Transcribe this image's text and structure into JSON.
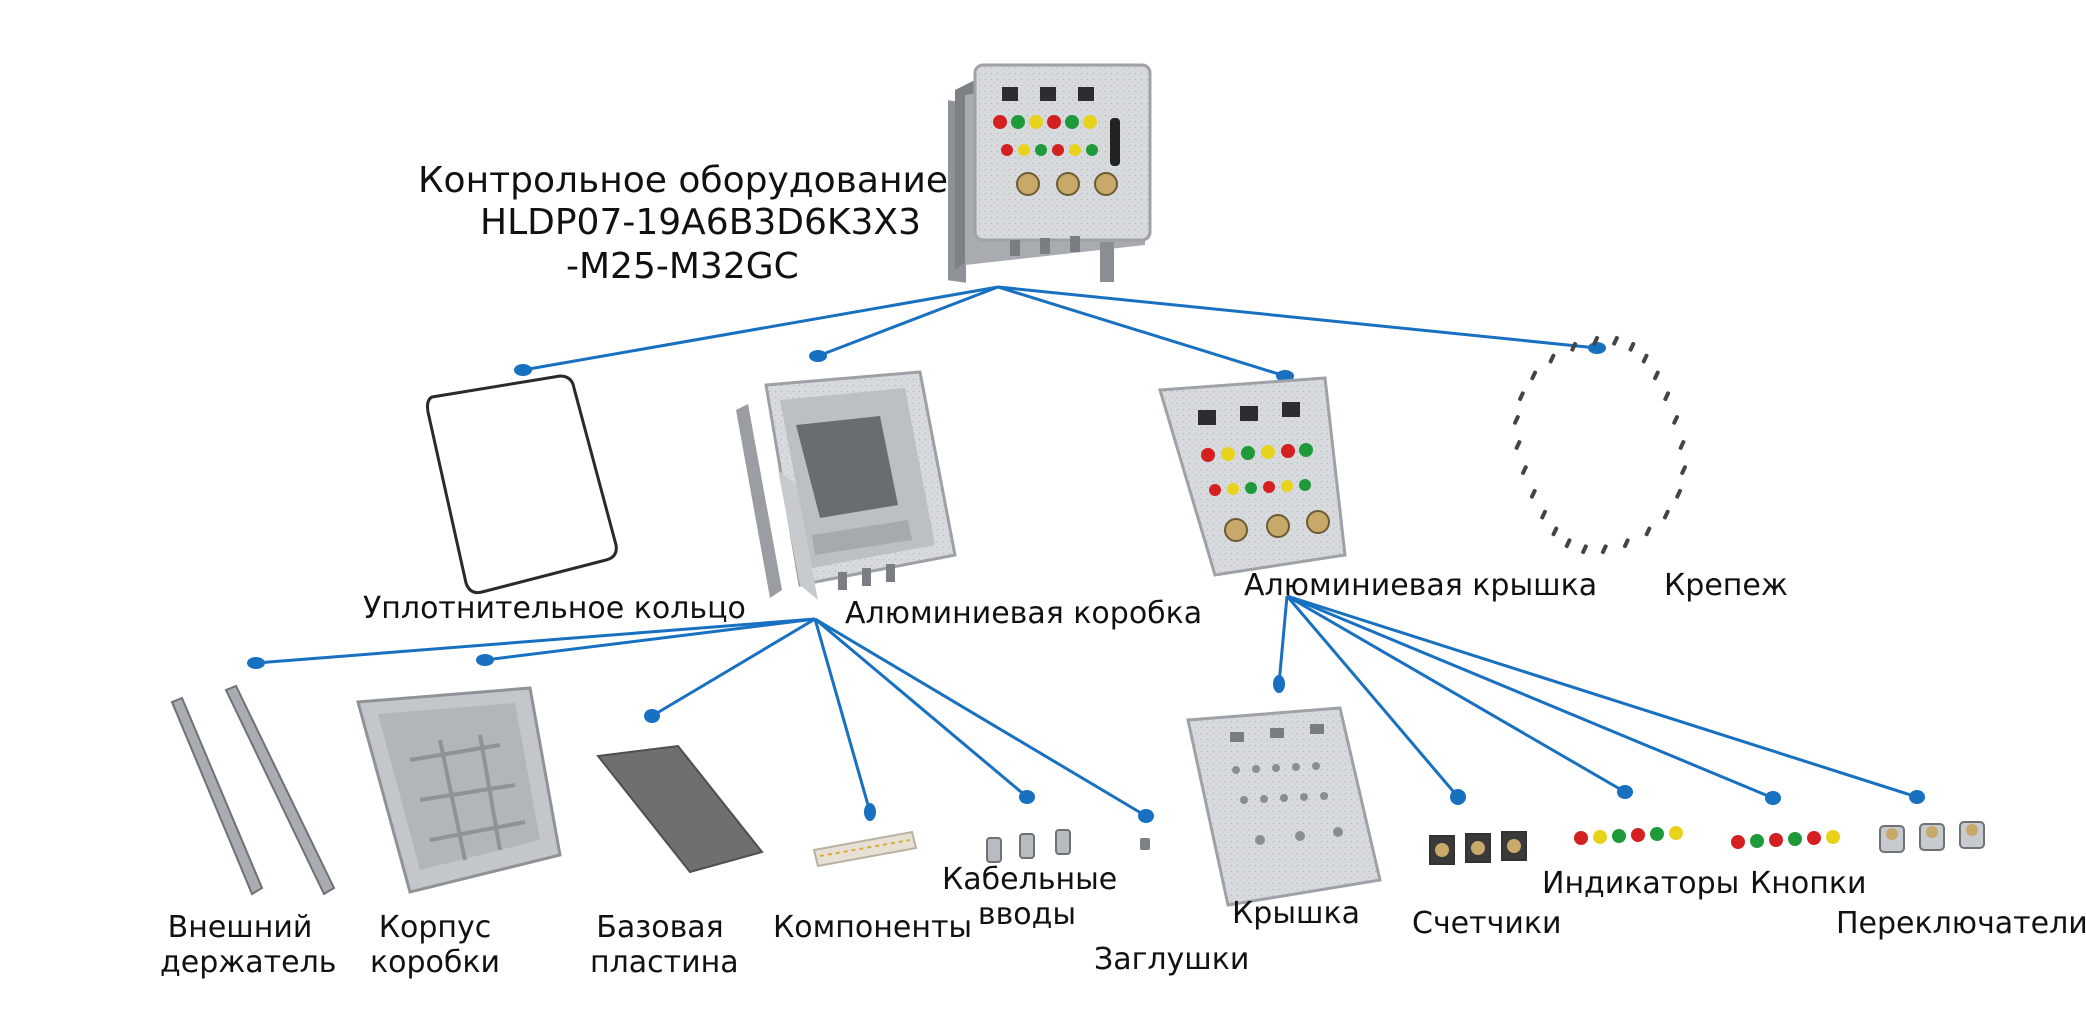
{
  "root": {
    "title_line1": "Контрольное оборудование",
    "title_line2": "HLDP07-19A6B3D6K3X3",
    "title_line3": "-M25-M32GC"
  },
  "level1": {
    "seal_ring": "Уплотнительное кольцо",
    "aluminum_box": "Алюминиевая коробка",
    "aluminum_cover": "Алюминиевая крышка",
    "fasteners": "Крепеж"
  },
  "box_parts": {
    "external_bracket_line1": "Внешний",
    "external_bracket_line2": "держатель",
    "box_body_line1": "Корпус",
    "box_body_line2": "коробки",
    "base_plate_line1": "Базовая",
    "base_plate_line2": "пластина",
    "components": "Компоненты",
    "cable_glands_line1": "Кабельные",
    "cable_glands_line2": "вводы",
    "plugs": "Заглушки"
  },
  "cover_parts": {
    "cover": "Крышка",
    "meters": "Счетчики",
    "indicators": "Индикаторы",
    "buttons": "Кнопки",
    "switches": "Переключатели"
  },
  "colors": {
    "connector": "#1870c0",
    "metal_light": "#d9dcdf",
    "metal_mid": "#b8bcc0",
    "plate": "#6d6f70",
    "red": "#d42020",
    "yellow": "#e8d21c",
    "green": "#1e9a3a"
  }
}
